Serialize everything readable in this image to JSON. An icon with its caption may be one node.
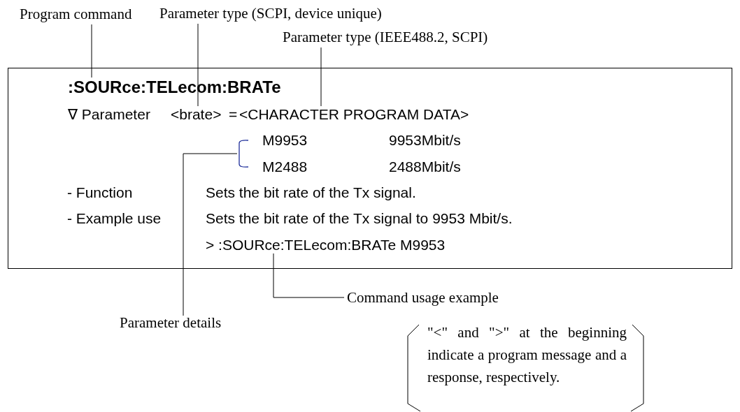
{
  "diagram": {
    "nodes": [
      {
        "text": [],
        "shape": "box"
      },
      {
        "text": [
          ":SOURce:TELecom:BRATe"
        ],
        "in": 0
      },
      {
        "text": [
          "<brate>"
        ],
        "in": 0
      },
      {
        "text": [
          "<CHARACTER PROGRAM DATA>"
        ],
        "in": 0
      },
      {
        "text": [],
        "shape": "bracket",
        "in": 0
      },
      {
        "text": [
          "> :SOURce:TELecom:BRATe M9953"
        ],
        "in": 0
      },
      {
        "text": [
          "Program command"
        ]
      },
      {
        "text": [
          "Parameter type (SCPI, device unique)"
        ]
      },
      {
        "text": [
          "Parameter type (IEEE488.2, SCPI)"
        ]
      },
      {
        "text": [
          "Parameter details"
        ]
      },
      {
        "text": [
          "Command usage example"
        ]
      },
      {
        "text": [
          "\"<\" and \">\" at the beginning indicate a program message and a response, respectively."
        ]
      }
    ],
    "edges": [
      {
        "from": 6,
        "to": 1,
        "arrow": "none"
      },
      {
        "from": 7,
        "to": 2,
        "arrow": "none"
      },
      {
        "from": 8,
        "to": 3,
        "arrow": "none"
      },
      {
        "from": 9,
        "to": 4,
        "arrow": "none"
      },
      {
        "from": 10,
        "to": 5,
        "arrow": "none"
      }
    ],
    "labels": [
      "∇ Parameter",
      "=",
      "M9953",
      "9953Mbit/s",
      "M2488",
      "2488Mbit/s",
      "- Function",
      "Sets the bit rate of the Tx signal.",
      "- Example use",
      "Sets the bit rate of the Tx signal to 9953 Mbit/s."
    ]
  }
}
